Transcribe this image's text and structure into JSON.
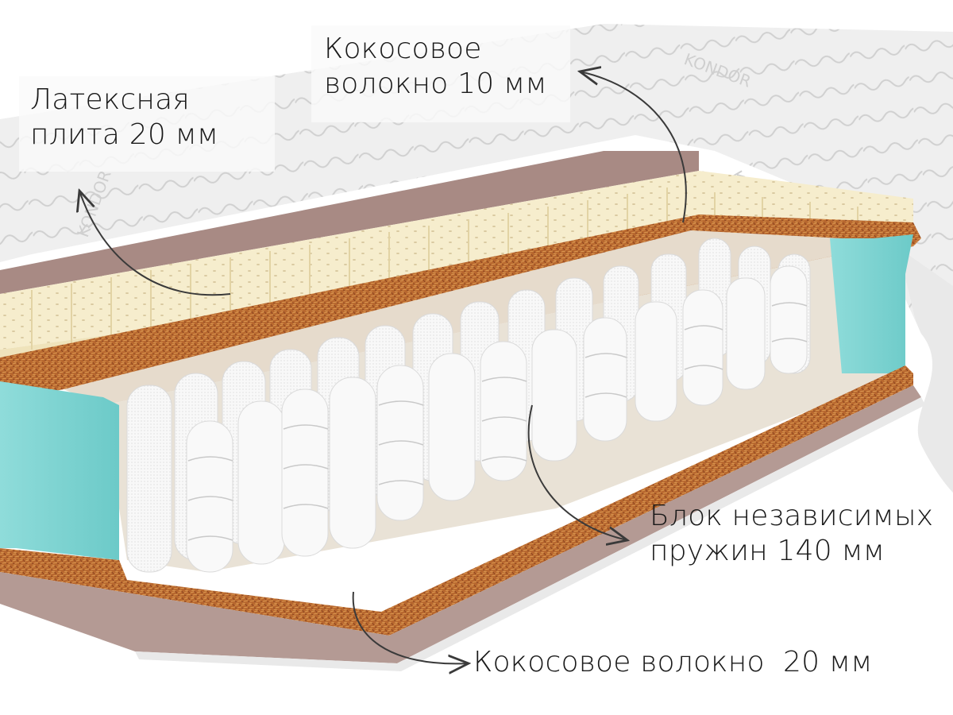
{
  "diagram": {
    "subject": "Mattress cross-section",
    "brand_mark": "KONDOR",
    "layers": [
      {
        "id": "cover",
        "name": "Quilted cover",
        "color": "#ededed"
      },
      {
        "id": "top-felt",
        "name": "Top felt layer",
        "color": "#a88a84"
      },
      {
        "id": "latex",
        "name": "Latex slab",
        "color": "#f5ebc8"
      },
      {
        "id": "coconut-top",
        "name": "Coconut fiber (top)",
        "color": "#b8672d"
      },
      {
        "id": "spacer",
        "name": "Spacer felt",
        "color": "#e8ddd0"
      },
      {
        "id": "springs",
        "name": "Pocket springs",
        "color": "#f7f7f7"
      },
      {
        "id": "perimeter-foam",
        "name": "Perimeter foam",
        "color": "#7fd6d3"
      },
      {
        "id": "coconut-bottom",
        "name": "Coconut fiber (bottom)",
        "color": "#b8672d"
      },
      {
        "id": "bottom-felt",
        "name": "Bottom felt",
        "color": "#b49a94"
      }
    ]
  },
  "labels": {
    "latex": {
      "line1": "Латексная",
      "line2": "плита 20 мм"
    },
    "coconut_top": {
      "line1": "Кокосовое",
      "line2": "волокно 10 мм"
    },
    "springs": {
      "line1": "Блок независимых",
      "line2": "пружин 140 мм"
    },
    "coconut_bottom": {
      "line1": "Кокосовое волокно  20 мм"
    }
  },
  "colors": {
    "text": "#1a1a1a",
    "arrow": "#3a3a3a",
    "label_bg": "#f7f7f7"
  }
}
